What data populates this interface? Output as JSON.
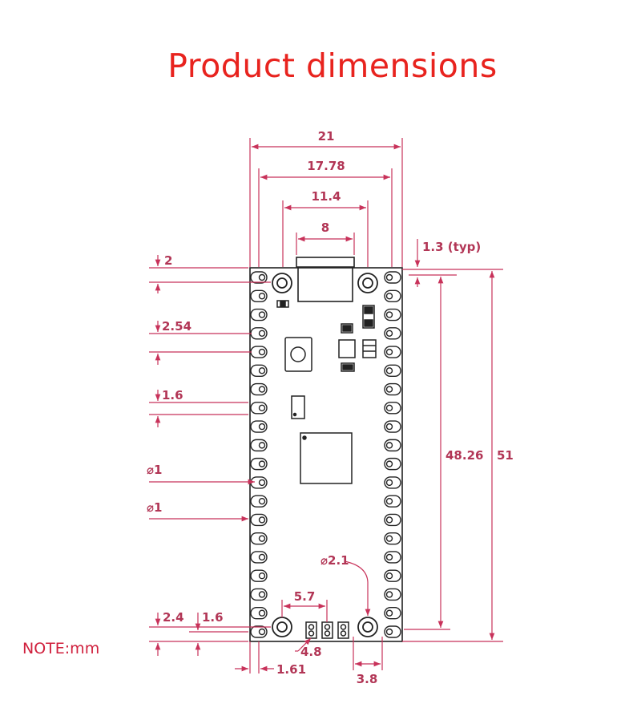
{
  "title": "Product dimensions",
  "note": "NOTE:mm",
  "colors": {
    "title": "#e8231e",
    "dimension": "#c8325a",
    "dimension_text": "#b23656",
    "board_outline": "#222222"
  },
  "dimensions": {
    "width_total": "21",
    "pin_row_spacing": "17.78",
    "mount_hole_spacing_top": "11.4",
    "usb_width": "8",
    "usb_overhang": "1.3 (typ)",
    "top_edge_to_hole": "2",
    "pin_pitch": "2.54",
    "pin_offset": "1.6",
    "pad_diameter_1": "⌀1",
    "pad_diameter_2": "⌀1",
    "mount_hole_spacing_vertical": "48.26",
    "board_length": "51",
    "mount_hole_diameter": "⌀2.1",
    "debug_pin_spacing": "5.7",
    "bottom_hole_offset": "2.4",
    "bottom_pin_offset": "1.6",
    "debug_offset": "4.8",
    "edge_to_pin": "1.61",
    "hole_to_edge": "3.8"
  }
}
